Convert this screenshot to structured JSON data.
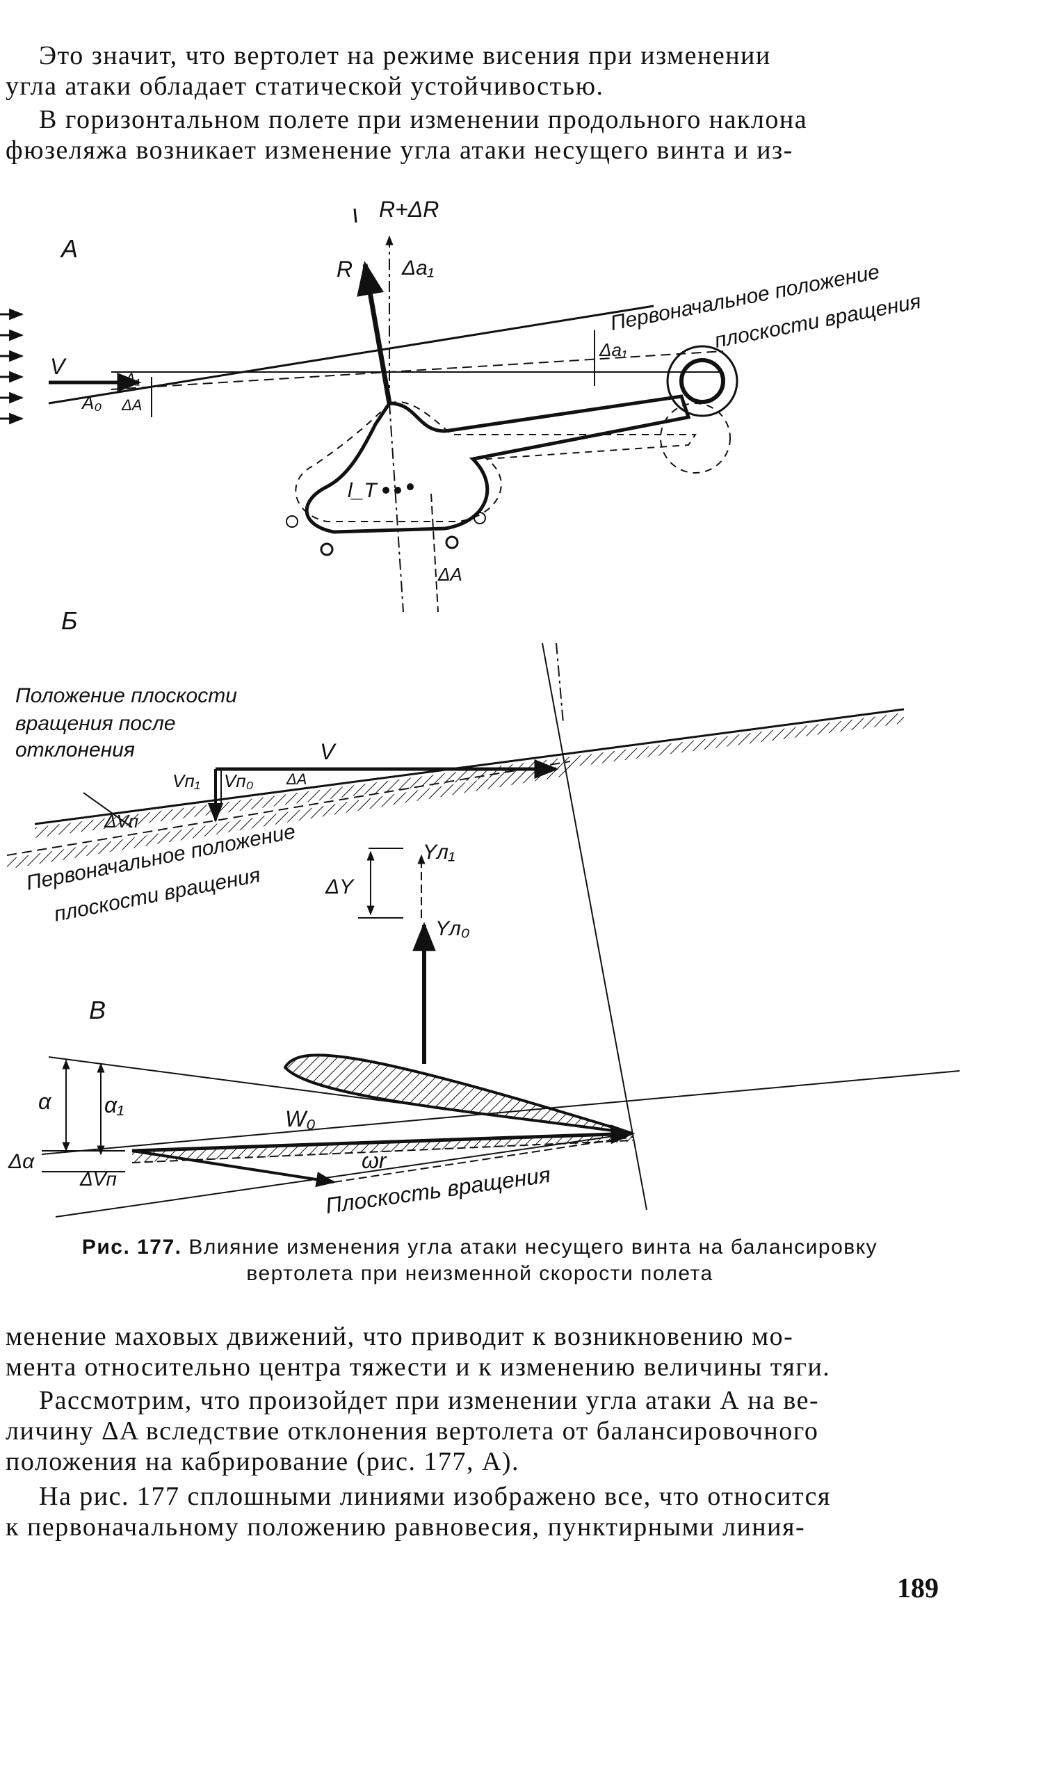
{
  "top_text": {
    "p1": [
      "Это значит, что вертолет на режиме висения при изменении",
      "угла атаки обладает статической устойчивостью."
    ],
    "p2": [
      "В горизонтальном полете при изменении продольного наклона",
      "фюзеляжа возникает изменение угла атаки несущего винта и из-"
    ]
  },
  "figure": {
    "panel_a": {
      "letter": "А",
      "labels": {
        "r_delta_r": "R+ΔR",
        "r": "R",
        "delta_a1_top": "Δa₁",
        "plane_initial_1": "Первоначальное положение",
        "plane_initial_2": "плоскости вращения",
        "delta_a1_right": "Δa₁",
        "v": "V",
        "a1": "A₁",
        "a0": "A₀",
        "delta_a": "ΔA",
        "l_t": "l_T",
        "delta_a_bottom": "ΔA"
      }
    },
    "panel_b": {
      "letter": "Б",
      "labels": {
        "after_1": "Положение плоскости",
        "after_2": "вращения после",
        "after_3": "отклонения",
        "v": "V",
        "vn1": "Vп₁",
        "vn0": "Vп₀",
        "delta_a": "ΔA",
        "delta_vn": "ΔVп",
        "initial_1": "Первоначальное положение",
        "initial_2": "плоскости вращения",
        "y_l1": "Yл₁",
        "delta_y": "ΔY",
        "y_l0": "Yл₀"
      }
    },
    "panel_c": {
      "letter": "В",
      "labels": {
        "alpha": "α",
        "alpha1": "α₁",
        "delta_alpha": "Δα",
        "delta_vn": "ΔVп",
        "w0": "W₀",
        "omega_r": "ωr",
        "plane": "Плоскость вращения"
      }
    }
  },
  "caption": {
    "prefix": "Рис. 177.",
    "line1": "Влияние изменения угла атаки несущего винта на балансировку",
    "line2": "вертолета при неизменной скорости полета"
  },
  "bottom_text": {
    "p3": [
      "менение маховых движений, что приводит к возникновению мо-",
      "мента относительно центра тяжести и к изменению величины тяги."
    ],
    "p4": [
      "Рассмотрим, что произойдет при изменении угла атаки А на ве-",
      "личину ΔA вследствие отклонения вертолета от балансировочного",
      "положения на кабрирование (рис. 177, А)."
    ],
    "p5": [
      "На рис. 177 сплошными линиями изображено все, что относится",
      "к первоначальному положению равновесия, пунктирными линия-"
    ]
  },
  "page_number": "189"
}
